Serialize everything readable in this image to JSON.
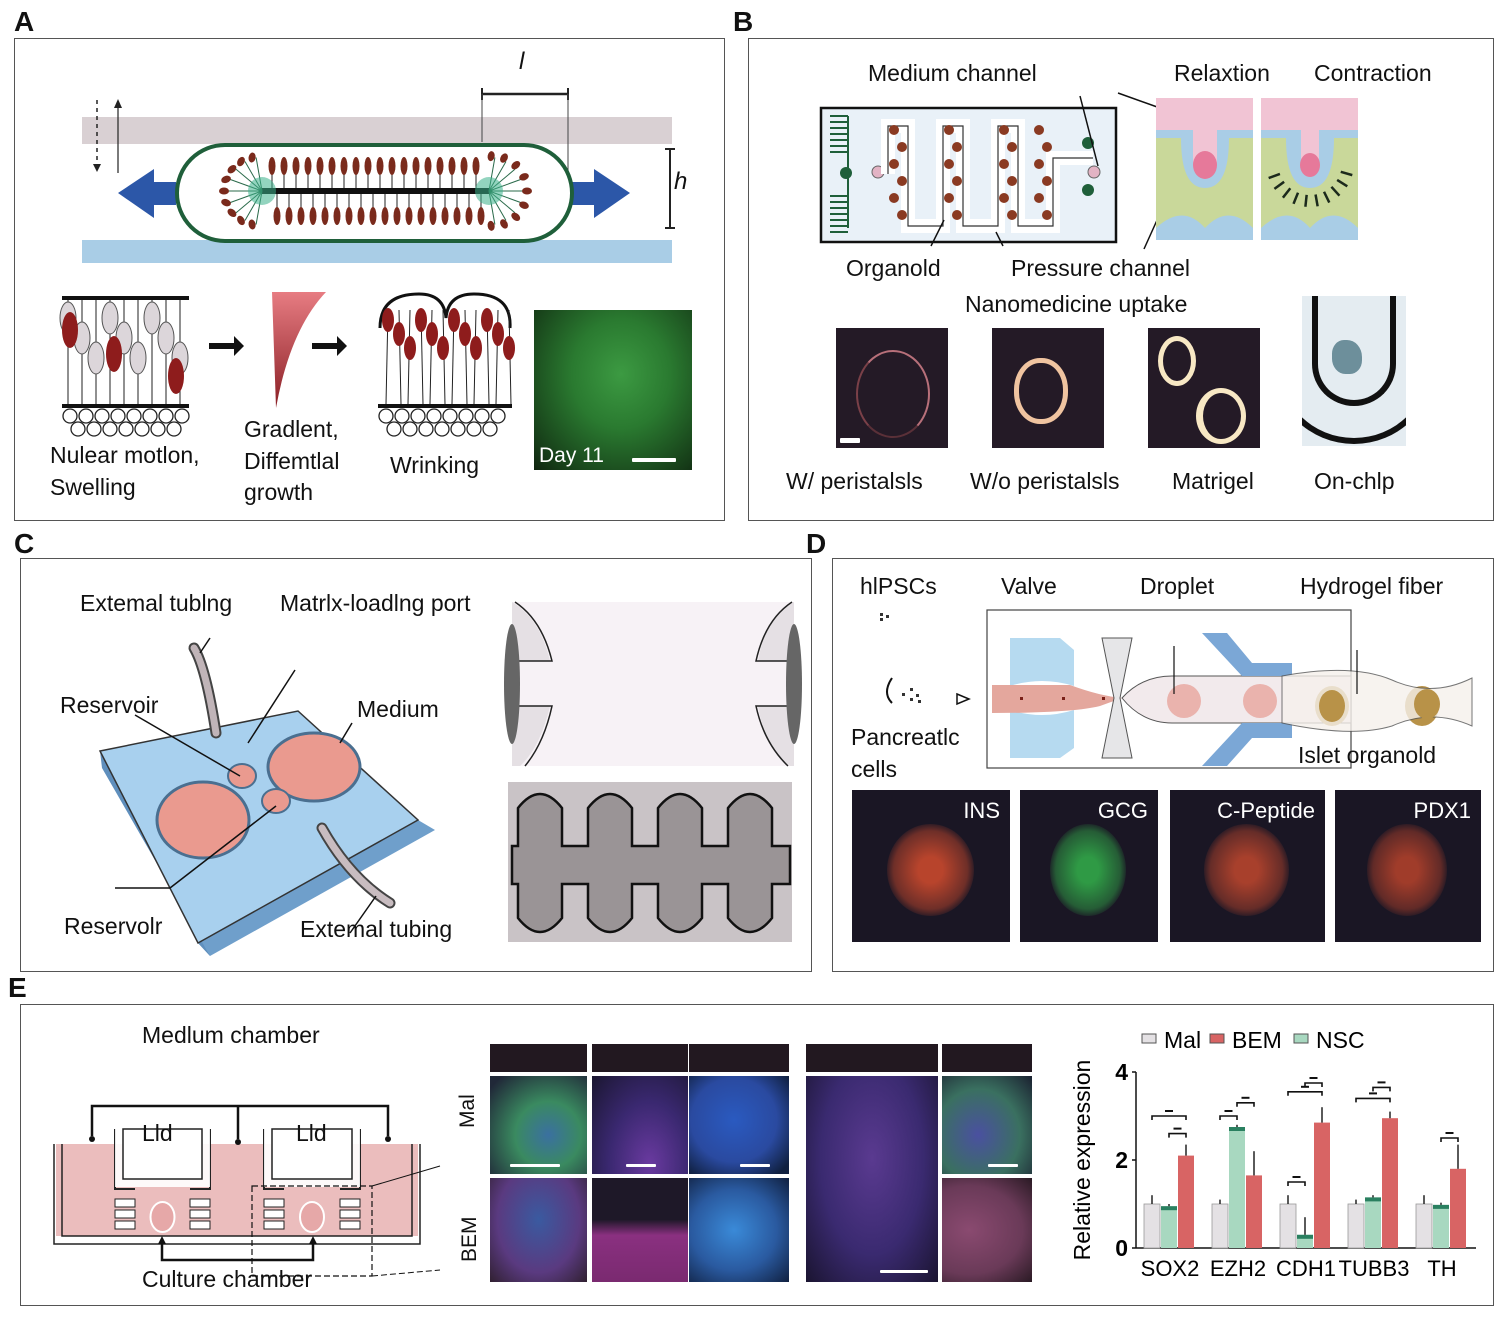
{
  "figure": {
    "panels": {
      "A": {
        "letter": "A",
        "dimension_labels": {
          "length": "l",
          "height": "h"
        },
        "steps": [
          {
            "label_line1": "Nulear motlon,",
            "label_line2": "Swelling"
          },
          {
            "label_line1": "Gradlent,",
            "label_line2": "Diffemtlal",
            "label_line3": "growth"
          },
          {
            "label_line1": "Wrinking"
          }
        ],
        "micrograph": {
          "caption": "Day 11",
          "color": "#2e8a3a"
        }
      },
      "B": {
        "letter": "B",
        "chip_labels": {
          "medium_channel": "Medium channel",
          "organoid": "Organold",
          "pressure_channel": "Pressure channel"
        },
        "states": [
          "Relaxtion",
          "Contraction"
        ],
        "uptake_title": "Nanomedicine uptake",
        "images": [
          {
            "caption": "W/ peristalsls"
          },
          {
            "caption": "W/o peristalsls"
          },
          {
            "caption": "Matrigel"
          },
          {
            "caption": "On-chlp"
          }
        ]
      },
      "C": {
        "letter": "C",
        "labels": {
          "external_tubing_top": "Extemal tublng",
          "matrix_port": "Matrlx-loadlng port",
          "reservoir_top": "Reservoir",
          "medium": "Medium",
          "reservoir_bottom": "Reservolr",
          "external_tubing_bottom": "Extemal tubing"
        }
      },
      "D": {
        "letter": "D",
        "labels": {
          "hipscs": "hlPSCs",
          "valve": "Valve",
          "droplet": "Droplet",
          "hydrogel_fiber": "Hydrogel fiber",
          "pancreatic_line1": "Pancreatlc",
          "pancreatic_line2": "cells",
          "islet_organoid": "Islet organold"
        },
        "stains": [
          {
            "label": "INS",
            "color": "#b8442c"
          },
          {
            "label": "GCG",
            "color": "#2f9a45"
          },
          {
            "label": "C-Peptide",
            "color": "#a8402c"
          },
          {
            "label": "PDX1",
            "color": "#a03c2a"
          }
        ]
      },
      "E": {
        "letter": "E",
        "labels": {
          "medium_chamber": "Medlum chamber",
          "lid_left": "Lld",
          "lid_right": "Lld",
          "culture_chamber": "Culture chamber"
        },
        "row_labels": [
          "Mal",
          "BEM"
        ]
      }
    }
  },
  "chart_data": {
    "type": "bar",
    "title": "",
    "xlabel": "",
    "ylabel": "Relative expression",
    "ylim": [
      0,
      4
    ],
    "yticks": [
      "0",
      "2",
      "4"
    ],
    "legend_position": "top",
    "categories": [
      "SOX2",
      "EZH2",
      "CDH1",
      "TUBB3",
      "TH"
    ],
    "series": [
      {
        "name": "Mal",
        "color": "#e4e1e4",
        "values": [
          1.0,
          1.0,
          1.0,
          1.0,
          1.0
        ],
        "errors": [
          0.2,
          0.1,
          0.2,
          0.1,
          0.2
        ]
      },
      {
        "name": "NSC",
        "color": "#a8d8c0",
        "values": [
          0.95,
          2.75,
          0.3,
          1.15,
          0.98
        ],
        "errors": [
          0.05,
          0.05,
          0.4,
          0.05,
          0.05
        ]
      },
      {
        "name": "BEM",
        "color": "#d86464",
        "values": [
          2.1,
          1.65,
          2.85,
          2.95,
          1.8
        ],
        "errors": [
          0.25,
          0.55,
          0.35,
          0.15,
          0.55
        ]
      }
    ],
    "legend_order": [
      "Mal",
      "BEM",
      "NSC"
    ]
  }
}
